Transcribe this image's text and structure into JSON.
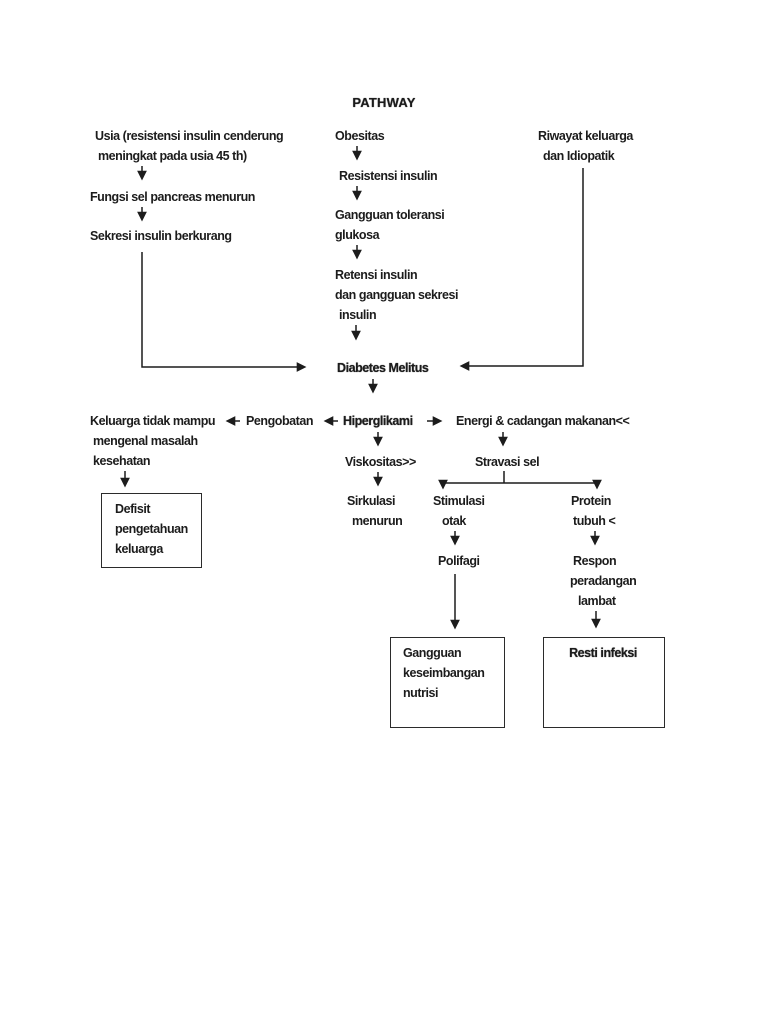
{
  "title": "PATHWAY",
  "colors": {
    "text": "#1c1c1c",
    "background": "#ffffff",
    "line": "#1c1c1c"
  },
  "nodes": {
    "usia": {
      "line1": "Usia (resistensi insulin cenderung",
      "line2": "meningkat pada usia 45 th)"
    },
    "fungsi": "Fungsi sel pancreas menurun",
    "sekresi": "Sekresi insulin berkurang",
    "obesitas": "Obesitas",
    "resistensi": "Resistensi insulin",
    "toleransi": {
      "line1": "Gangguan toleransi",
      "line2": "glukosa"
    },
    "retensi": {
      "line1": "Retensi insulin",
      "line2": "dan gangguan sekresi",
      "line3": "insulin"
    },
    "riwayat": {
      "line1": "Riwayat keluarga",
      "line2": "dan Idiopatik"
    },
    "diabetes": "Diabetes Melitus",
    "keluarga": {
      "line1": "Keluarga tidak mampu",
      "line2": "mengenal masalah",
      "line3": "kesehatan"
    },
    "pengobatan": "Pengobatan",
    "hiperglikami": "Hiperglikami",
    "energi": "Energi & cadangan makanan<<",
    "viskositas": "Viskositas>>",
    "sirkulasi": {
      "line1": "Sirkulasi",
      "line2": "menurun"
    },
    "stravasi": "Stravasi sel",
    "stimulasi": {
      "line1": "Stimulasi",
      "line2": "otak"
    },
    "polifagi": "Polifagi",
    "protein": {
      "line1": "Protein",
      "line2": "tubuh <"
    },
    "respon": {
      "line1": "Respon",
      "line2": "peradangan",
      "line3": "lambat"
    },
    "defisit_box": {
      "line1": "Defisit",
      "line2": "pengetahuan",
      "line3": "keluarga"
    },
    "nutrisi_box": {
      "line1": "Gangguan",
      "line2": "keseimbangan",
      "line3": "nutrisi"
    },
    "resti_box": "Resti infeksi"
  }
}
